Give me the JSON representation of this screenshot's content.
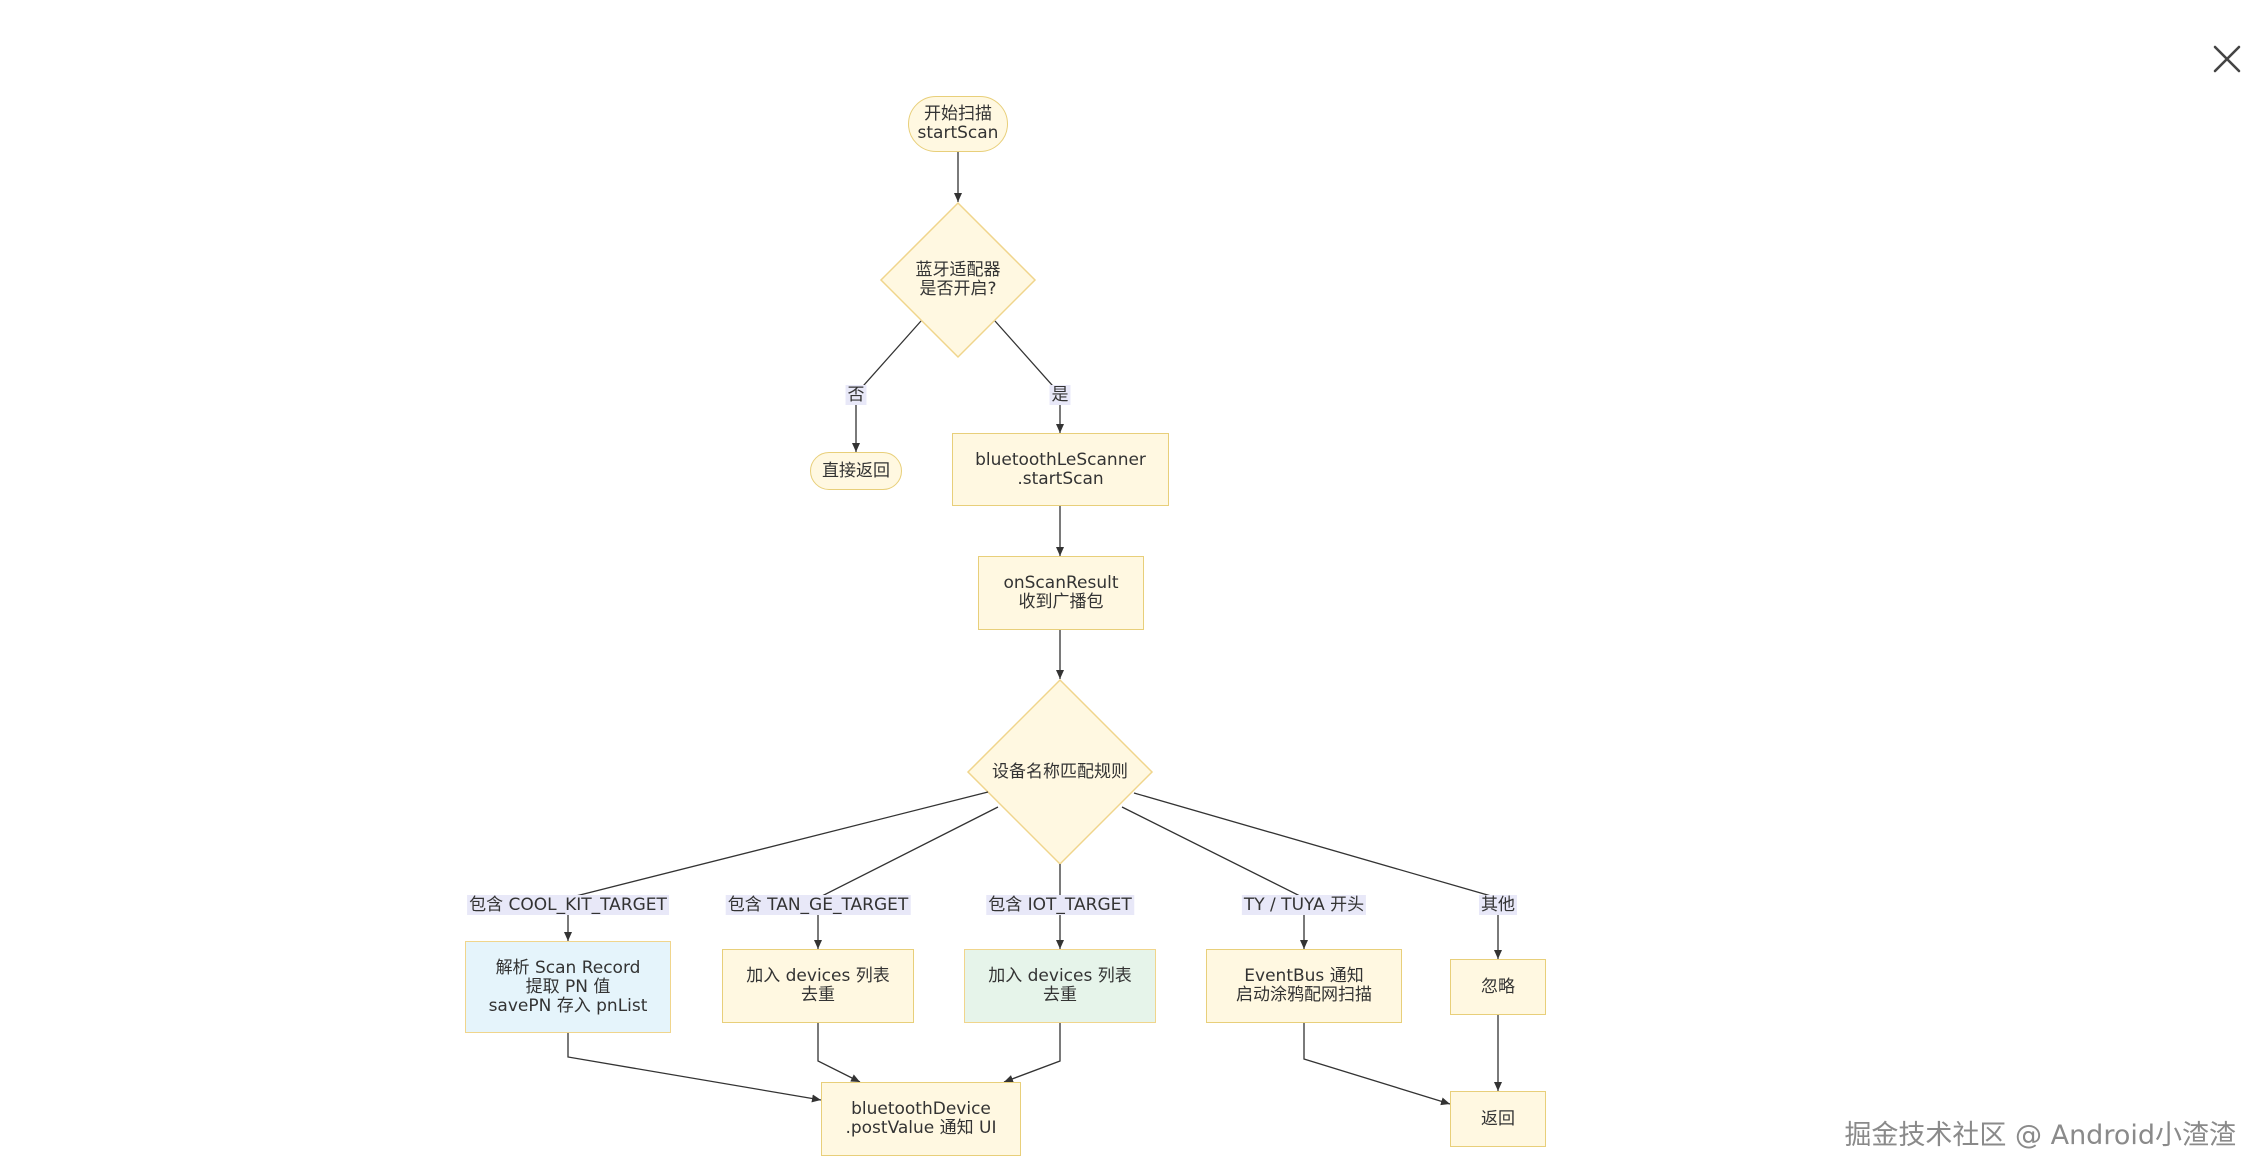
{
  "nodes": {
    "start": {
      "lines": [
        "开始扫描",
        "startScan"
      ]
    },
    "adapter_check": {
      "lines": [
        "蓝牙适配器",
        "是否开启?"
      ]
    },
    "direct_return": {
      "lines": [
        "直接返回"
      ]
    },
    "start_scan": {
      "lines": [
        "bluetoothLeScanner",
        ".startScan"
      ]
    },
    "on_scan_result": {
      "lines": [
        "onScanResult",
        "收到广播包"
      ]
    },
    "name_match": {
      "lines": [
        "设备名称匹配规则"
      ]
    },
    "parse_record": {
      "lines": [
        "解析 Scan Record",
        "提取 PN 值",
        "savePN 存入 pnList"
      ]
    },
    "add_devices_1": {
      "lines": [
        "加入 devices 列表",
        "去重"
      ]
    },
    "add_devices_2": {
      "lines": [
        "加入 devices 列表",
        "去重"
      ]
    },
    "eventbus": {
      "lines": [
        "EventBus 通知",
        "启动涂鸦配网扫描"
      ]
    },
    "ignore": {
      "lines": [
        "忽略"
      ]
    },
    "post_value": {
      "lines": [
        "bluetoothDevice",
        ".postValue 通知 UI"
      ]
    },
    "return": {
      "lines": [
        "返回"
      ]
    }
  },
  "edge_labels": {
    "no": "否",
    "yes": "是",
    "cool_kit": "包含 COOL_KIT_TARGET",
    "tan_ge": "包含 TAN_GE_TARGET",
    "iot": "包含 IOT_TARGET",
    "tuya": "TY / TUYA 开头",
    "other": "其他"
  },
  "watermark": "掘金技术社区 @ Android小渣渣",
  "colors": {
    "node_fill": "#fff8e1",
    "node_border": "#e8cf7a",
    "blue_fill": "#e5f4fb",
    "green_fill": "#e6f4ea",
    "edge": "#333333",
    "label_bg": "#e8e8f8"
  },
  "icons": {
    "close": "close-icon"
  }
}
